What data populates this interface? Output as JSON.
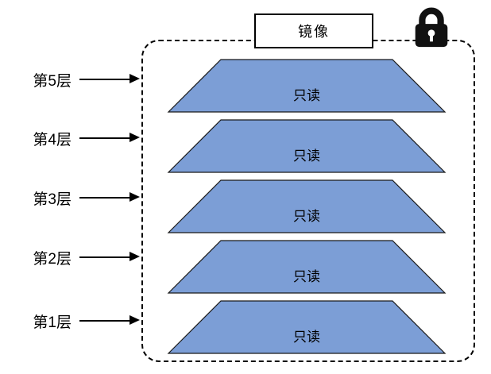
{
  "diagram": {
    "title": "镜像",
    "readonly_label": "只读",
    "layer_color": "#7C9ED6",
    "layer_stroke": "#1a1a1a",
    "lock_color": "#111111",
    "layers": [
      {
        "label": "第5层"
      },
      {
        "label": "第4层"
      },
      {
        "label": "第3层"
      },
      {
        "label": "第2层"
      },
      {
        "label": "第1层"
      }
    ]
  }
}
